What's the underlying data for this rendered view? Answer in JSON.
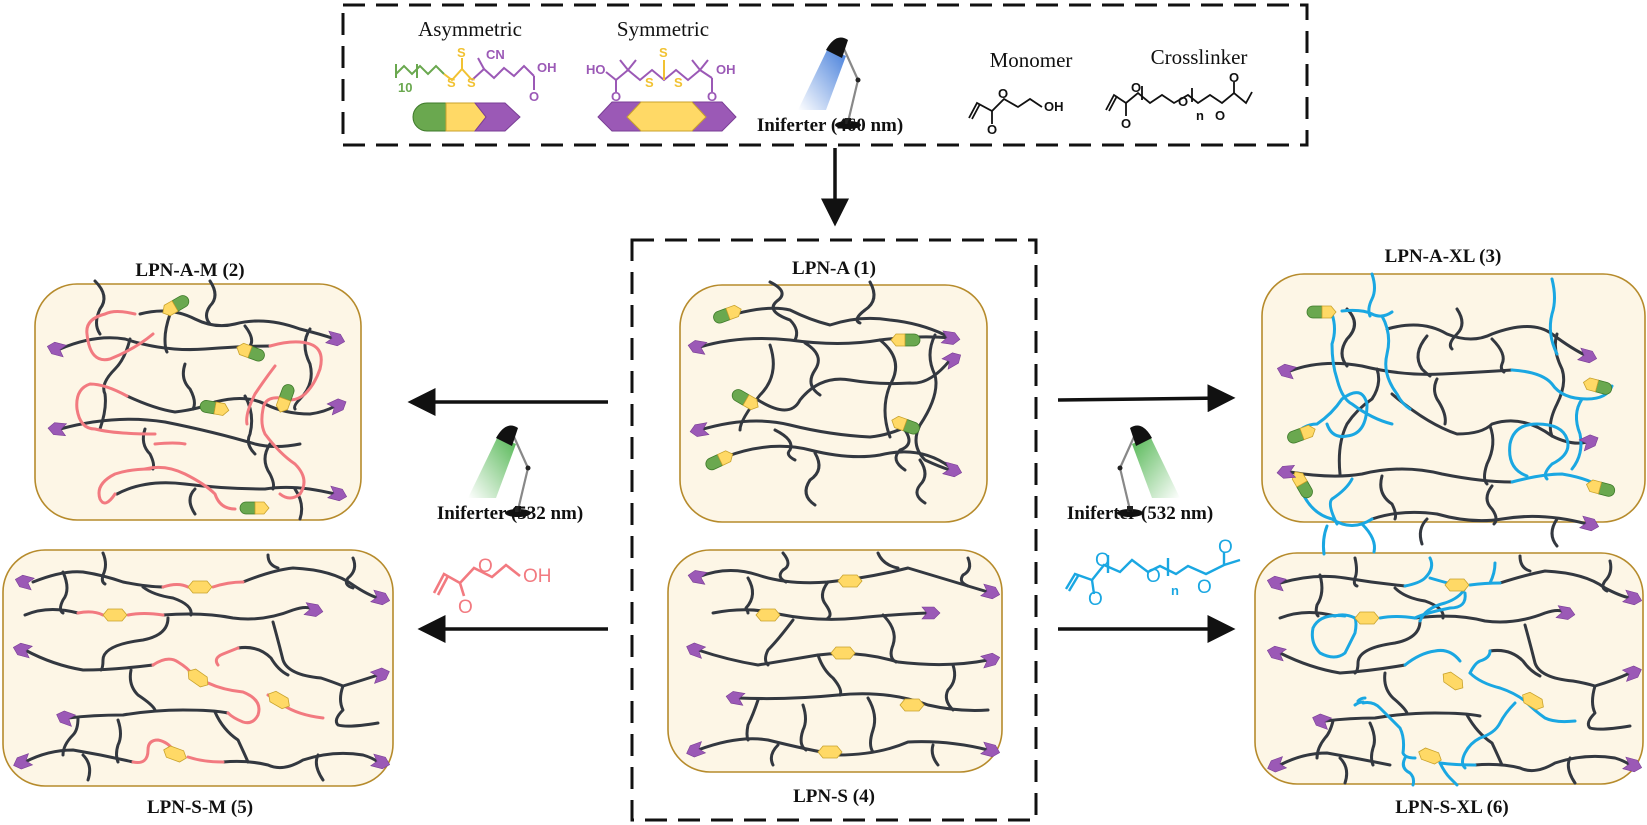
{
  "reagents": {
    "asymmetric_label": "Asymmetric",
    "symmetric_label": "Symmetric",
    "light_label": "Iniferter (460 nm)",
    "monomer_label": "Monomer",
    "crosslinker_label": "Crosslinker",
    "repeat_10": "10",
    "repeat_n": "n"
  },
  "chem_atoms": {
    "S": "S",
    "CN": "CN",
    "OH": "OH",
    "HO": "HO",
    "O": "O"
  },
  "panels": {
    "lpn_a": "LPN-A (1)",
    "lpn_a_m": "LPN-A-M (2)",
    "lpn_a_xl": "LPN-A-XL (3)",
    "lpn_s": "LPN-S (4)",
    "lpn_s_m": "LPN-S-M (5)",
    "lpn_s_xl": "LPN-S-XL (6)"
  },
  "steps": {
    "left_light": "Iniferter (532 nm)",
    "right_light": "Iniferter (532 nm)"
  },
  "colors": {
    "green_end": "#6aa84f",
    "yellow_core": "#ffd966",
    "purple_end": "#9b59b6",
    "backbone": "#333840",
    "monomer_chain": "#f27a80",
    "crosslinker_chain": "#1aa7e2",
    "panel_fill": "#fdf6e6",
    "panel_border": "#b68b2c",
    "blue_light": "#2f6fd6",
    "green_light": "#3fae3f"
  }
}
